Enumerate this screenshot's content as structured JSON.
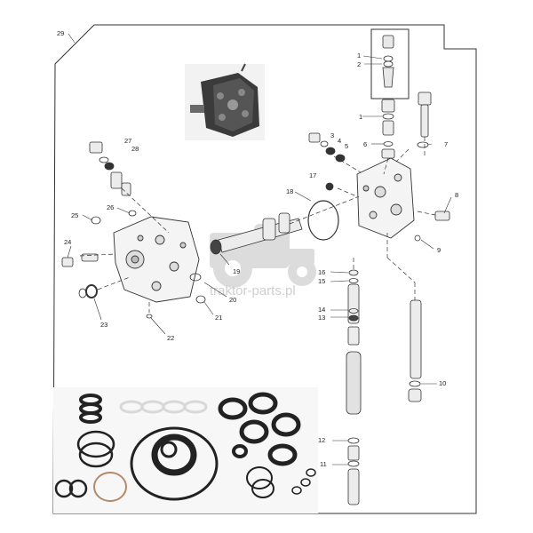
{
  "watermark": {
    "text": "traktor-parts.pl"
  },
  "callouts": [
    {
      "id": "29",
      "label": "29"
    },
    {
      "id": "1a",
      "label": "1"
    },
    {
      "id": "2",
      "label": "2"
    },
    {
      "id": "1b",
      "label": "1"
    },
    {
      "id": "3",
      "label": "3"
    },
    {
      "id": "4",
      "label": "4"
    },
    {
      "id": "5",
      "label": "5"
    },
    {
      "id": "6",
      "label": "6"
    },
    {
      "id": "7",
      "label": "7"
    },
    {
      "id": "8",
      "label": "8"
    },
    {
      "id": "9",
      "label": "9"
    },
    {
      "id": "10",
      "label": "10"
    },
    {
      "id": "11",
      "label": "11"
    },
    {
      "id": "12",
      "label": "12"
    },
    {
      "id": "13",
      "label": "13"
    },
    {
      "id": "14",
      "label": "14"
    },
    {
      "id": "15",
      "label": "15"
    },
    {
      "id": "16",
      "label": "16"
    },
    {
      "id": "17",
      "label": "17"
    },
    {
      "id": "18",
      "label": "18"
    },
    {
      "id": "19",
      "label": "19"
    },
    {
      "id": "20",
      "label": "20"
    },
    {
      "id": "21",
      "label": "21"
    },
    {
      "id": "22",
      "label": "22"
    },
    {
      "id": "23",
      "label": "23"
    },
    {
      "id": "24",
      "label": "24"
    },
    {
      "id": "25",
      "label": "25"
    },
    {
      "id": "26",
      "label": "26"
    },
    {
      "id": "27",
      "label": "27"
    },
    {
      "id": "28",
      "label": "28"
    }
  ],
  "icons": {
    "pump_photo": "hydraulic-pump-photo-icon",
    "tractor": "tractor-watermark-icon",
    "seal_kit": "seal-kit-photo-icon"
  }
}
